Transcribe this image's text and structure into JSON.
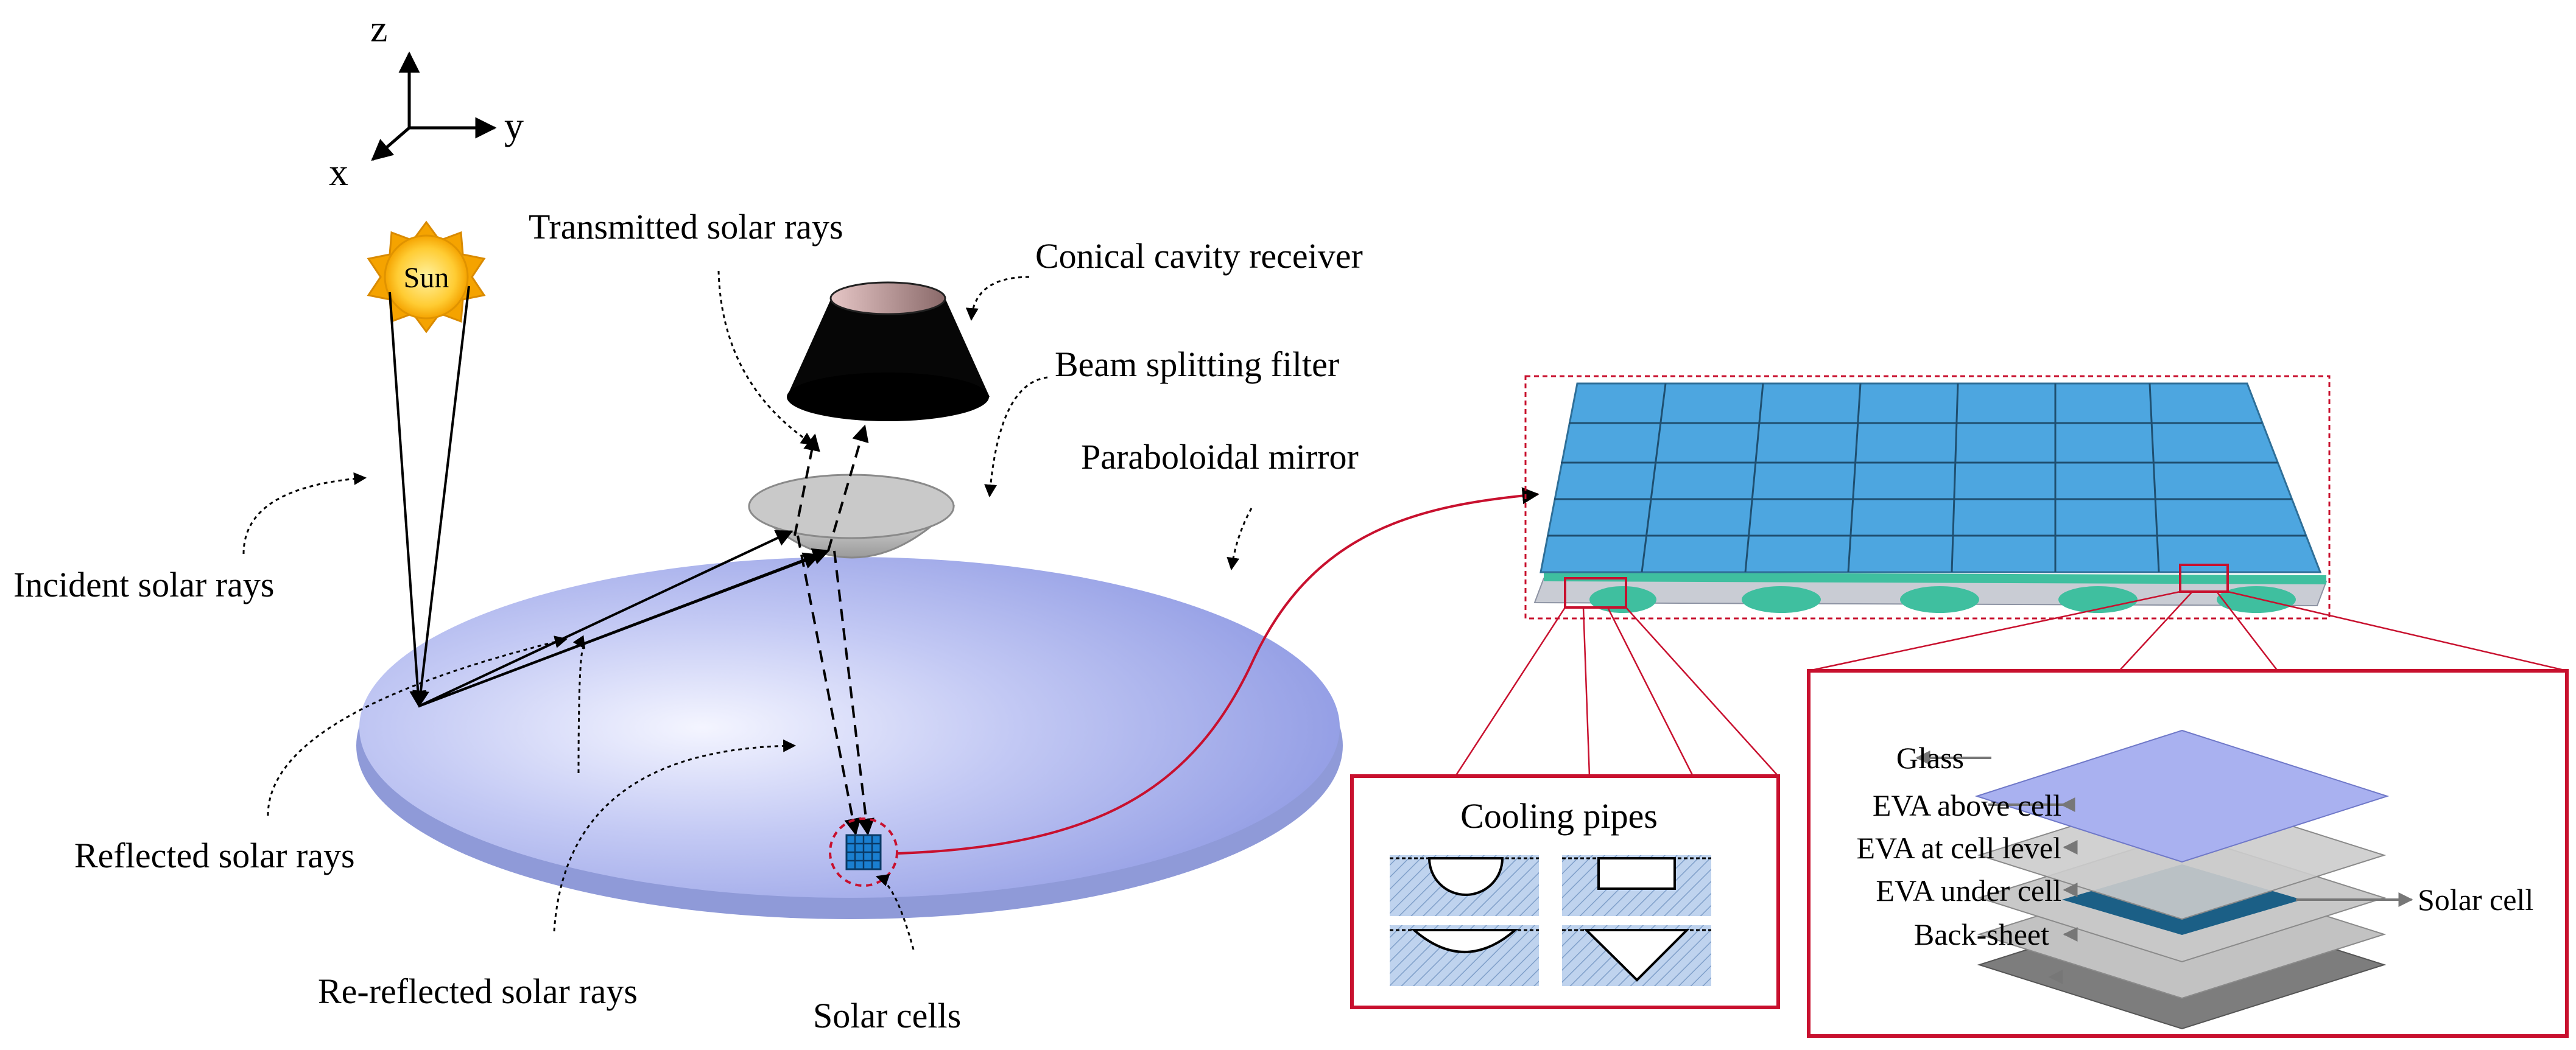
{
  "axes": {
    "z": "z",
    "y": "y",
    "x": "x"
  },
  "sun": {
    "label": "Sun"
  },
  "labels": {
    "transmitted": "Transmitted solar rays",
    "conical": "Conical cavity receiver",
    "beam_filter": "Beam splitting filter",
    "paraboloidal": "Paraboloidal mirror",
    "incident": "Incident solar rays",
    "reflected": "Reflected solar rays",
    "re_reflected": "Re-reflected solar rays",
    "solar_cells": "Solar cells"
  },
  "cooling": {
    "title": "Cooling pipes"
  },
  "layers": {
    "glass": "Glass",
    "eva_above": "EVA above cell",
    "eva_at": "EVA at cell level",
    "eva_under": "EVA under cell",
    "back_sheet": "Back-sheet",
    "solar_cell": "Solar cell"
  },
  "colors": {
    "mirror": "#aab4ee",
    "panel": "#4da6e0",
    "cell_dark": "#1b5f86",
    "glass_layer": "#a9b1f0",
    "red_box": "#c8102e",
    "pipe_teal": "#3fbf9f"
  }
}
